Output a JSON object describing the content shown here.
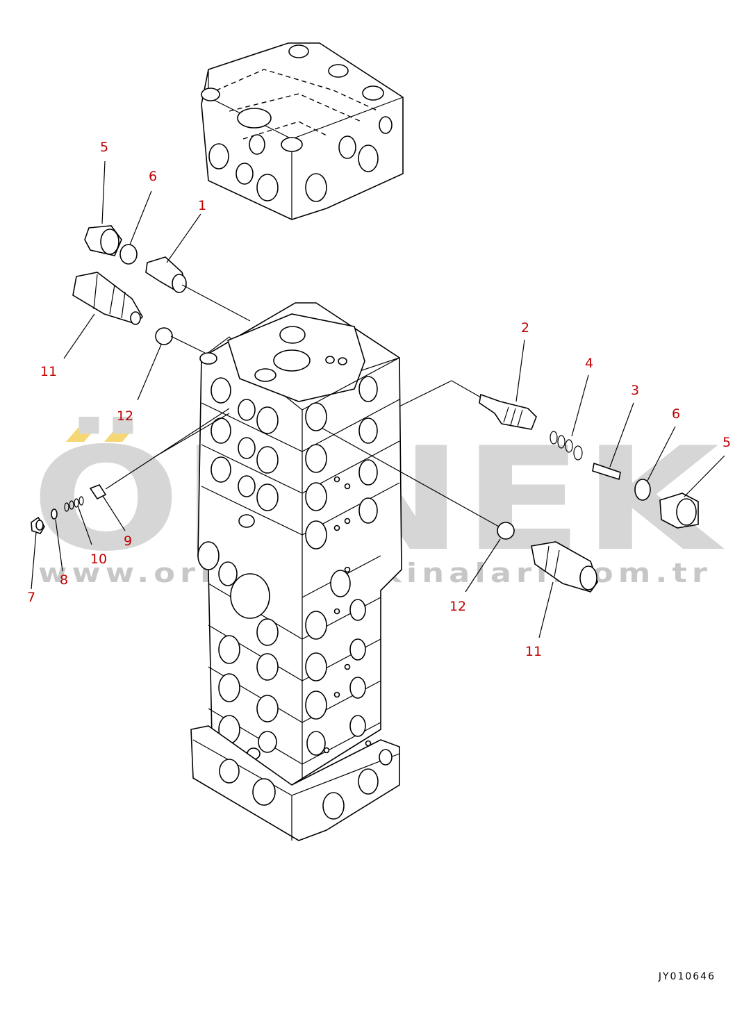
{
  "watermark": {
    "brand": "ÖRNEK",
    "url": "www.ornekismakinalari.com.tr",
    "brand_color": "#d6d6d6",
    "accent_color": "#f5d774"
  },
  "drawing_code": "JY010646",
  "callout_color": "#c00000",
  "callouts": [
    {
      "id": "c5a",
      "label": "5"
    },
    {
      "id": "c6a",
      "label": "6"
    },
    {
      "id": "c1",
      "label": "1"
    },
    {
      "id": "c11a",
      "label": "11"
    },
    {
      "id": "c12a",
      "label": "12"
    },
    {
      "id": "c2",
      "label": "2"
    },
    {
      "id": "c4",
      "label": "4"
    },
    {
      "id": "c3",
      "label": "3"
    },
    {
      "id": "c6b",
      "label": "6"
    },
    {
      "id": "c5b",
      "label": "5"
    },
    {
      "id": "c9",
      "label": "9"
    },
    {
      "id": "c10",
      "label": "10"
    },
    {
      "id": "c8",
      "label": "8"
    },
    {
      "id": "c7",
      "label": "7"
    },
    {
      "id": "c12b",
      "label": "12"
    },
    {
      "id": "c11b",
      "label": "11"
    }
  ]
}
